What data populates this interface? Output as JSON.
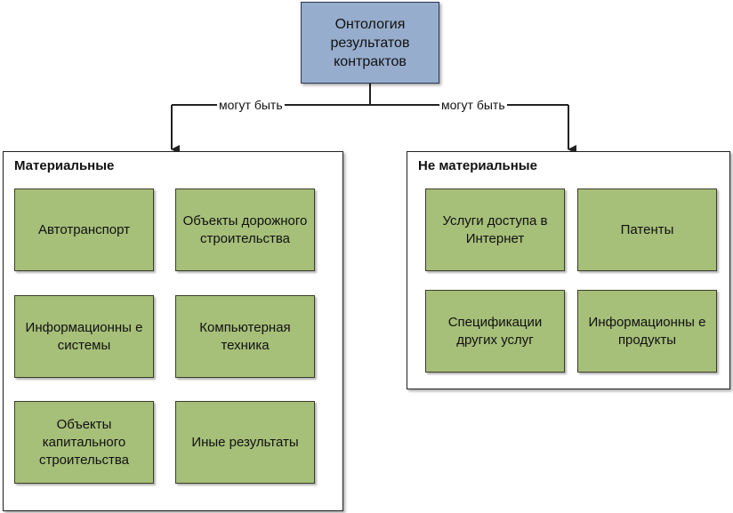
{
  "root": {
    "label": "Онтология результатов контрактов"
  },
  "edges": {
    "left_label": "могут быть",
    "right_label": "могут быть"
  },
  "groups": {
    "material": {
      "title": "Материальные",
      "items": [
        "Автотранспорт",
        "Объекты дорожного строительства",
        "Информационны е системы",
        "Компьютерная техника",
        "Объекты капитального строительства",
        "Иные результаты"
      ]
    },
    "non_material": {
      "title": "Не материальные",
      "items": [
        "Услуги доступа в Интернет",
        "Патенты",
        "Спецификации других услуг",
        "Информационны е продукты"
      ]
    }
  },
  "colors": {
    "root_fill": "#97adcd",
    "card_fill": "#a6bf79",
    "line": "#222222"
  }
}
